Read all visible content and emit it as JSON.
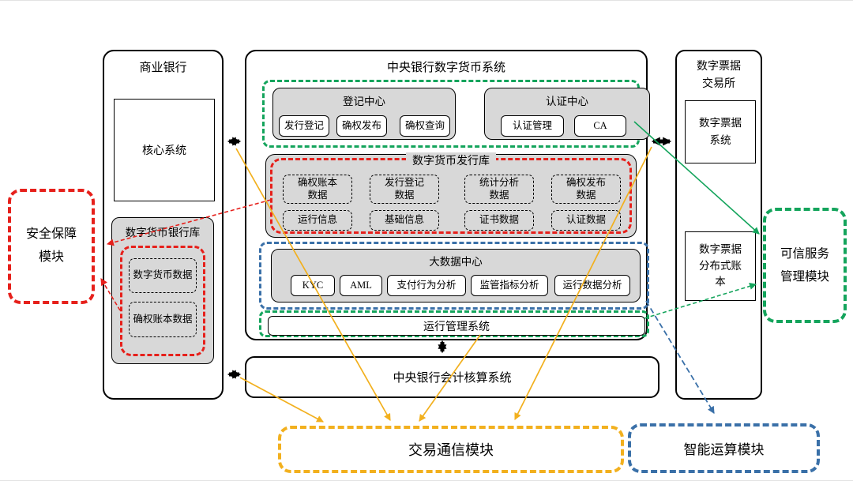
{
  "colors": {
    "green": "#14A45C",
    "red": "#E6201B",
    "blue": "#3A70A8",
    "yellow": "#F2B01E",
    "gray_fill": "#D8D8D8",
    "black": "#000000"
  },
  "commercial_bank": {
    "title": "商业银行",
    "core_system": "核心系统",
    "bank_lib": {
      "title": "数字货币银行库",
      "items": [
        "数字货币数据",
        "确权账本数据"
      ]
    }
  },
  "central_system": {
    "title": "中央银行数字货币系统",
    "registration_center": {
      "title": "登记中心",
      "items": [
        "发行登记",
        "确权发布",
        "确权查询"
      ]
    },
    "certification_center": {
      "title": "认证中心",
      "items": [
        "认证管理",
        "CA"
      ]
    },
    "issuance_lib": {
      "title": "数字货币发行库",
      "row1": [
        "确权账本\n数据",
        "发行登记\n数据",
        "统计分析\n数据",
        "确权发布\n数据"
      ],
      "row2": [
        "运行信息",
        "基础信息",
        "证书数据",
        "认证数据"
      ]
    },
    "big_data_center": {
      "title": "大数据中心",
      "items": [
        "KYC",
        "AML",
        "支付行为分析",
        "监管指标分析",
        "运行数据分析"
      ]
    },
    "operation_mgmt": "运行管理系统"
  },
  "accounting_system": "中央银行会计核算系统",
  "bill_exchange": {
    "title": "数字票据\n交易所",
    "bill_system": "数字票据\n系统",
    "bill_ledger": "数字票据\n分布式账\n本"
  },
  "modules": {
    "security": "安全保障\n模块",
    "trusted": "可信服务\n管理模块",
    "transaction": "交易通信模块",
    "intelligent": "智能运算模块"
  },
  "connections": [
    {
      "from": "商业银行",
      "to": "中央银行数字货币系统",
      "type": "double-arrow",
      "color": "black"
    },
    {
      "from": "中央银行数字货币系统",
      "to": "数字票据交易所",
      "type": "double-arrow",
      "color": "black"
    },
    {
      "from": "商业银行",
      "to": "中央银行会计核算系统",
      "type": "double-arrow",
      "color": "black"
    },
    {
      "from": "运行管理系统",
      "to": "中央银行会计核算系统",
      "type": "double-arrow",
      "color": "black"
    },
    {
      "from": "数字货币发行库",
      "to": "安全保障模块",
      "type": "arrow",
      "color": "red"
    },
    {
      "from": "数字货币银行库",
      "to": "安全保障模块",
      "type": "arrow",
      "color": "red"
    },
    {
      "from": "登记中心/认证中心",
      "to": "可信服务管理模块",
      "type": "arrow",
      "color": "green"
    },
    {
      "from": "运行管理系统",
      "to": "可信服务管理模块",
      "type": "arrow",
      "color": "green"
    },
    {
      "from": "大数据中心",
      "to": "智能运算模块",
      "type": "arrow",
      "color": "blue"
    },
    {
      "from": "商业银行-央行接口",
      "to": "交易通信模块",
      "type": "arrow",
      "color": "yellow"
    },
    {
      "from": "商业银行-会计核算接口",
      "to": "交易通信模块",
      "type": "arrow",
      "color": "yellow"
    },
    {
      "from": "运行管理系统",
      "to": "交易通信模块",
      "type": "arrow",
      "color": "yellow"
    },
    {
      "from": "央行-数字票据交易所接口",
      "to": "交易通信模块",
      "type": "arrow",
      "color": "yellow"
    }
  ]
}
